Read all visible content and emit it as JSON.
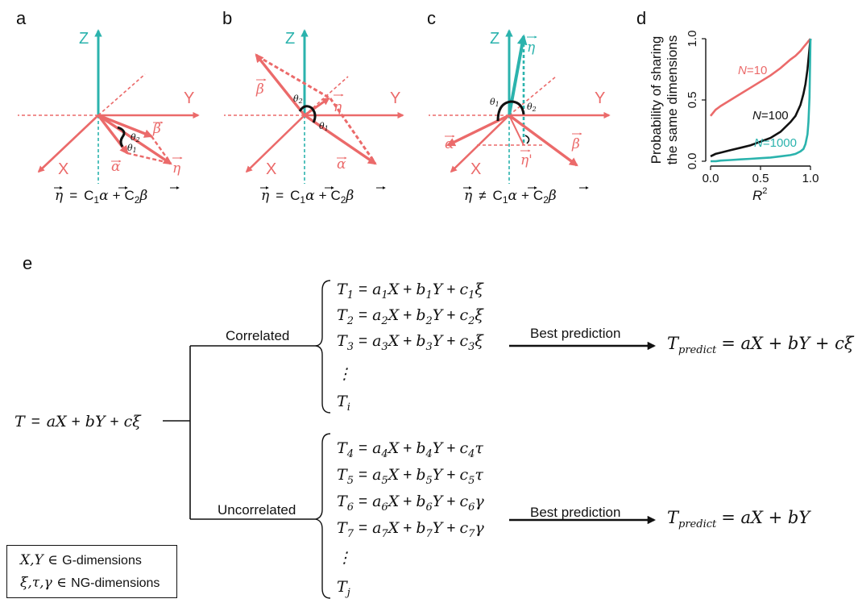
{
  "colors": {
    "vector": "#eb6a6a",
    "z_axis": "#2bb3ad",
    "ink": "#111111",
    "n1000": "#2bb3ad"
  },
  "panels": {
    "a": {
      "letter": "a",
      "z": "Z",
      "y": "Y",
      "x": "X",
      "alpha": "α",
      "beta": "β",
      "eta": "η",
      "theta1": "θ",
      "theta2": "θ",
      "sub1": "1",
      "sub2": "2",
      "eq_lhs": "η",
      "eq_rel": "=",
      "eq_c1": "C",
      "eq_c1_sub": "1",
      "eq_a": "α",
      "eq_plus": "+",
      "eq_c2": "C",
      "eq_c2_sub": "2",
      "eq_b": "β"
    },
    "b": {
      "letter": "b",
      "z": "Z",
      "y": "Y",
      "x": "X",
      "alpha": "α",
      "beta": "β",
      "eta": "η",
      "theta1": "θ",
      "theta2": "θ",
      "sub1": "1",
      "sub2": "2",
      "eq_lhs": "η",
      "eq_rel": "=",
      "eq_c1": "C",
      "eq_c1_sub": "1",
      "eq_a": "α",
      "eq_plus": "+",
      "eq_c2": "C",
      "eq_c2_sub": "2",
      "eq_b": "β"
    },
    "c": {
      "letter": "c",
      "z": "Z",
      "y": "Y",
      "x": "X",
      "alpha": "α",
      "beta": "β",
      "eta": "η",
      "eta_proj": "η'",
      "theta1": "θ",
      "theta2": "θ",
      "sub1": "1",
      "sub2": "2",
      "eq_lhs": "η",
      "eq_rel": "≠",
      "eq_c1": "C",
      "eq_c1_sub": "1",
      "eq_a": "α",
      "eq_plus": "+",
      "eq_c2": "C",
      "eq_c2_sub": "2",
      "eq_b": "β"
    },
    "d": {
      "letter": "d"
    },
    "e": {
      "letter": "e"
    }
  },
  "chart_data": {
    "type": "line",
    "ylabel_line1": "Probability of sharing",
    "ylabel_line2": "the same dimensions",
    "xlabel": "R",
    "xlabel_sup": "2",
    "xlim": [
      0,
      1
    ],
    "ylim": [
      0,
      1
    ],
    "xticks": [
      "0.0",
      "0.5",
      "1.0"
    ],
    "yticks": [
      "0.0",
      "0.5",
      "1.0"
    ],
    "x": [
      0.0,
      0.05,
      0.1,
      0.2,
      0.3,
      0.4,
      0.5,
      0.6,
      0.7,
      0.8,
      0.85,
      0.9,
      0.93,
      0.95,
      0.97,
      0.98,
      0.99,
      1.0
    ],
    "series": [
      {
        "name": "N=10",
        "label_n": "N",
        "label_rest": "=10",
        "color": "#eb6a6a",
        "values": [
          0.37,
          0.42,
          0.45,
          0.5,
          0.55,
          0.6,
          0.65,
          0.7,
          0.76,
          0.83,
          0.86,
          0.9,
          0.93,
          0.95,
          0.97,
          0.98,
          0.99,
          1.0
        ]
      },
      {
        "name": "N=100",
        "label_n": "N",
        "label_rest": "=100",
        "color": "#111111",
        "values": [
          0.04,
          0.06,
          0.07,
          0.09,
          0.11,
          0.13,
          0.16,
          0.19,
          0.24,
          0.32,
          0.37,
          0.46,
          0.55,
          0.63,
          0.75,
          0.83,
          0.92,
          1.0
        ]
      },
      {
        "name": "N=1000",
        "label_n": "N",
        "label_rest": "=1000",
        "color": "#2bb3ad",
        "values": [
          0.0,
          0.0,
          0.005,
          0.01,
          0.015,
          0.02,
          0.025,
          0.03,
          0.04,
          0.05,
          0.06,
          0.08,
          0.1,
          0.14,
          0.22,
          0.32,
          0.52,
          1.0
        ]
      }
    ]
  },
  "tree": {
    "root": {
      "T": "T",
      "eq": "=",
      "a": "a",
      "X": "X",
      "plus1": "+",
      "b": "b",
      "Y": "Y",
      "plus2": "+",
      "c": "c",
      "ng": "ξ"
    },
    "correlated": {
      "label": "Correlated",
      "rows": [
        {
          "T": "T",
          "i": "1",
          "a": "a",
          "b": "b",
          "c": "c",
          "ng": "ξ"
        },
        {
          "T": "T",
          "i": "2",
          "a": "a",
          "b": "b",
          "c": "c",
          "ng": "ξ"
        },
        {
          "T": "T",
          "i": "3",
          "a": "a",
          "b": "b",
          "c": "c",
          "ng": "ξ"
        }
      ],
      "dots": "⋮",
      "last_T": "T",
      "last_sub": "i",
      "arrow_label": "Best prediction",
      "result": {
        "T": "T",
        "sub": "predict",
        "rhs": "= aX + bY + cξ"
      }
    },
    "uncorrelated": {
      "label": "Uncorrelated",
      "rows": [
        {
          "T": "T",
          "i": "4",
          "a": "a",
          "b": "b",
          "c": "c",
          "ng": "τ"
        },
        {
          "T": "T",
          "i": "5",
          "a": "a",
          "b": "b",
          "c": "c",
          "ng": "τ"
        },
        {
          "T": "T",
          "i": "6",
          "a": "a",
          "b": "b",
          "c": "c",
          "ng": "γ"
        },
        {
          "T": "T",
          "i": "7",
          "a": "a",
          "b": "b",
          "c": "c",
          "ng": "γ"
        }
      ],
      "dots": "⋮",
      "last_T": "T",
      "last_sub": "j",
      "arrow_label": "Best prediction",
      "result": {
        "T": "T",
        "sub": "predict",
        "rhs": "= aX + bY"
      }
    }
  },
  "legend": {
    "line1_vars": "X,Y",
    "line1_in": "∈",
    "line1_set": "G-dimensions",
    "line2_vars": "ξ,τ,γ",
    "line2_in": "∈",
    "line2_set": "NG-dimensions"
  }
}
